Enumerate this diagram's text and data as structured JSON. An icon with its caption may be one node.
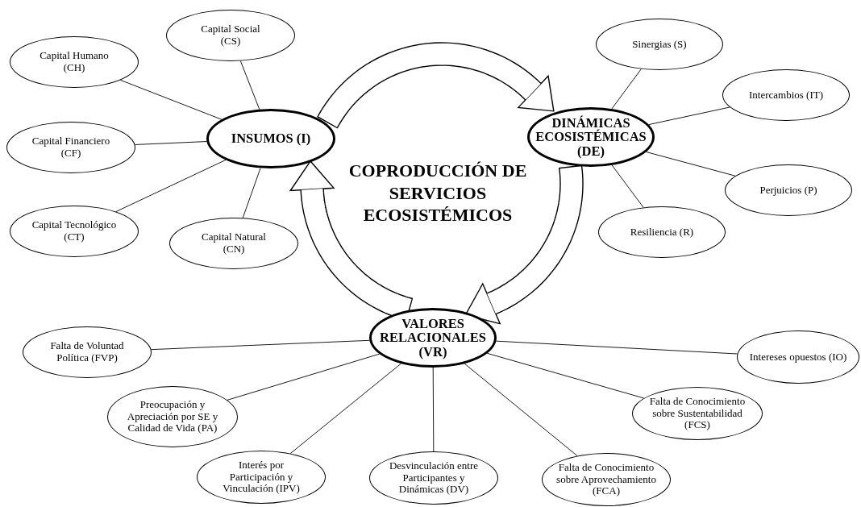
{
  "diagram": {
    "title": "COPRODUCCIÓN DE SERVICIOS ECOSISTÉMICOS",
    "nodes": [
      {
        "text": [
          "INSUMOS (I)"
        ]
      },
      {
        "text": [
          "Capital Social (CS)"
        ]
      },
      {
        "text": [
          "Capital Humano (CH)"
        ]
      },
      {
        "text": [
          "Capital Financiero (CF)"
        ]
      },
      {
        "text": [
          "Capital Tecnológico (CT)"
        ]
      },
      {
        "text": [
          "Capital Natural (CN)"
        ]
      },
      {
        "text": [
          "DINÁMICAS ECOSISTÉMICAS (DE)"
        ]
      },
      {
        "text": [
          "Sinergias (S)"
        ]
      },
      {
        "text": [
          "Intercambios (IT)"
        ]
      },
      {
        "text": [
          "Perjuicios (P)"
        ]
      },
      {
        "text": [
          "Resiliencia (R)"
        ]
      },
      {
        "text": [
          "VALORES RELACIONALES (VR)"
        ]
      },
      {
        "text": [
          "Falta de Voluntad Política (FVP)"
        ]
      },
      {
        "text": [
          "Preocupación y Apreciación por SE y Calidad de Vida (PA)"
        ]
      },
      {
        "text": [
          "Interés por Participación y Vinculación (IPV)"
        ]
      },
      {
        "text": [
          "Desvinculación entre Participantes y Dinámicas (DV)"
        ]
      },
      {
        "text": [
          "Falta de Conocimiento sobre Aprovechamiento (FCA)"
        ]
      },
      {
        "text": [
          "Falta de Conocimiento sobre Sustentabilidad (FCS)"
        ]
      },
      {
        "text": [
          "Intereses opuestos (IO)"
        ]
      }
    ],
    "edges": [
      {
        "from": 0,
        "to": 1,
        "arrow": "none"
      },
      {
        "from": 0,
        "to": 2,
        "arrow": "none"
      },
      {
        "from": 0,
        "to": 3,
        "arrow": "none"
      },
      {
        "from": 0,
        "to": 4,
        "arrow": "none"
      },
      {
        "from": 0,
        "to": 5,
        "arrow": "none"
      },
      {
        "from": 6,
        "to": 7,
        "arrow": "none"
      },
      {
        "from": 6,
        "to": 8,
        "arrow": "none"
      },
      {
        "from": 6,
        "to": 9,
        "arrow": "none"
      },
      {
        "from": 6,
        "to": 10,
        "arrow": "none"
      },
      {
        "from": 11,
        "to": 12,
        "arrow": "none"
      },
      {
        "from": 11,
        "to": 13,
        "arrow": "none"
      },
      {
        "from": 11,
        "to": 14,
        "arrow": "none"
      },
      {
        "from": 11,
        "to": 15,
        "arrow": "none"
      },
      {
        "from": 11,
        "to": 16,
        "arrow": "none"
      },
      {
        "from": 11,
        "to": 17,
        "arrow": "none"
      },
      {
        "from": 11,
        "to": 18,
        "arrow": "none"
      },
      {
        "from": 0,
        "to": 6,
        "arrow": "to",
        "style": "thick"
      },
      {
        "from": 6,
        "to": 11,
        "arrow": "to",
        "style": "thick"
      },
      {
        "from": 11,
        "to": 0,
        "arrow": "to",
        "style": "thick"
      }
    ]
  }
}
